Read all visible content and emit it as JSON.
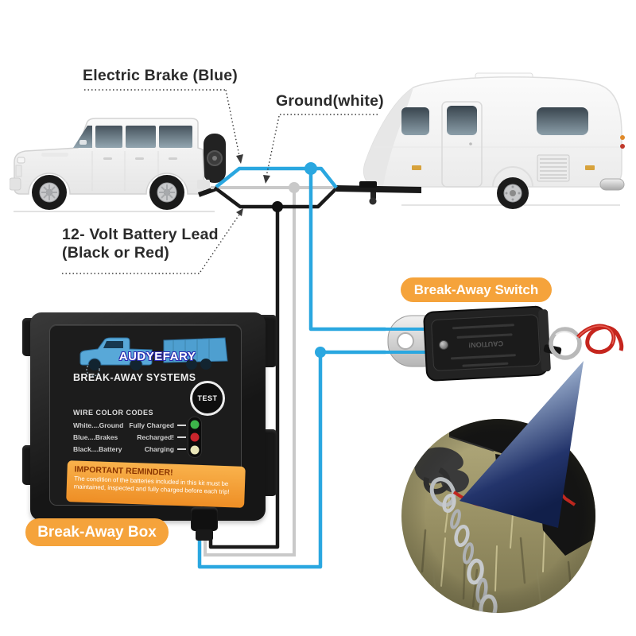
{
  "diagram_labels": {
    "electric_brake": "Electric Brake (Blue)",
    "ground": "Ground(white)",
    "battery_lead_line1": "12- Volt Battery Lead",
    "battery_lead_line2": "(Black or Red)"
  },
  "callouts": {
    "breakaway_switch": "Break-Away Switch",
    "breakaway_box": "Break-Away Box"
  },
  "box": {
    "brand": "AUDYEFARY",
    "title": "BREAK-AWAY SYSTEMS",
    "test_button": "TEST",
    "wire_codes_heading": "WIRE COLOR CODES",
    "wire_codes": [
      {
        "label": "White....Ground"
      },
      {
        "label": "Blue....Brakes"
      },
      {
        "label": "Black....Battery"
      }
    ],
    "status_rows": [
      {
        "label": "Fully Charged",
        "led": "#3db54a"
      },
      {
        "label": "Recharged!",
        "led": "#c9252c"
      },
      {
        "label": "Charging",
        "led": "#e9e6b8"
      }
    ],
    "reminder_title": "IMPORTANT REMINDER!",
    "reminder_body": "The condition of the batteries included in this kit must be maintained, inspected and fully charged before each trip!"
  },
  "switch": {
    "caution_text": "CAUTION!"
  },
  "colors": {
    "wire_blue": "#2aa7e0",
    "wire_white": "#c9c9c9",
    "wire_black": "#1a1a1a",
    "label_orange": "#f5a33b",
    "triangle_navy": "#1b2a5e",
    "led_green": "#3db54a",
    "led_red": "#c9252c",
    "led_charging": "#e9e6b8"
  }
}
